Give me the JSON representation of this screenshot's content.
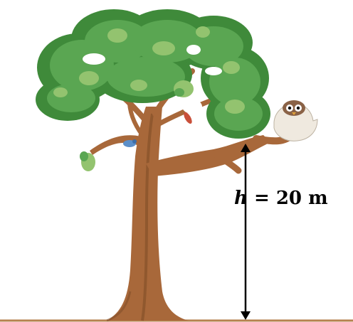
{
  "label": {
    "variable": "h",
    "equals": "=",
    "value": "20",
    "unit": "m"
  },
  "colors": {
    "ground": "#b5824e",
    "trunk": "#a8683a",
    "trunk_dark": "#7c4a25",
    "leaf_dark": "#3f8a3a",
    "leaf_mid": "#5aa652",
    "leaf_light": "#93c36f",
    "arrow": "#000000"
  },
  "icons": [
    "owl-icon",
    "bird-icon",
    "leaf-icon"
  ]
}
